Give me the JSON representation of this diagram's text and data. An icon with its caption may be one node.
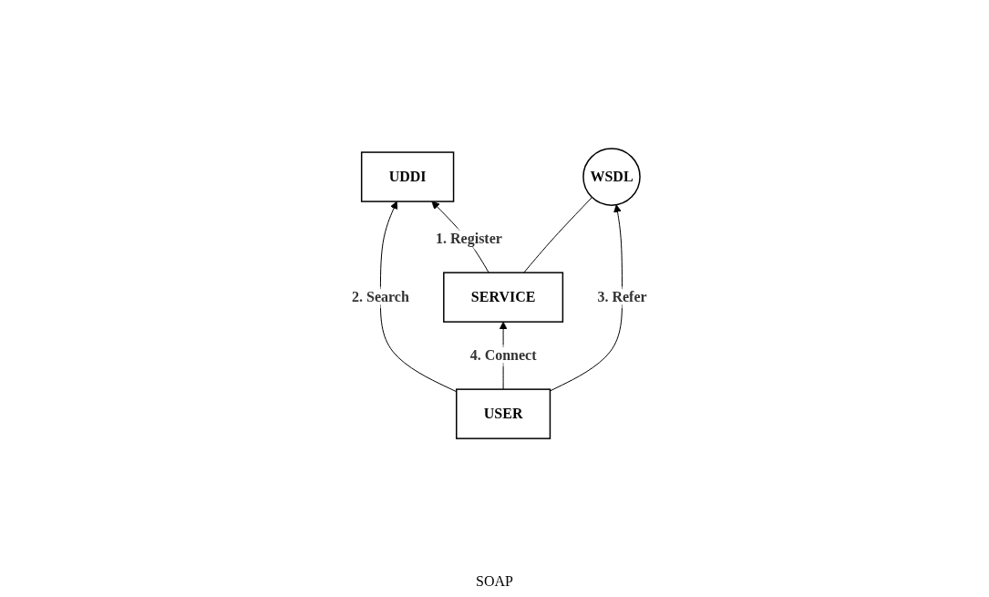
{
  "diagram": {
    "nodes": [
      {
        "text": [
          "UDDI"
        ]
      },
      {
        "text": [
          "WSDL"
        ]
      },
      {
        "text": [
          "SERVICE"
        ]
      },
      {
        "text": [
          "USER"
        ]
      }
    ],
    "edges": [
      {
        "from": 2,
        "to": 0,
        "arrow": "to",
        "label": "1. Register"
      },
      {
        "from": 3,
        "to": 0,
        "arrow": "to",
        "label": "2. Search"
      },
      {
        "from": 3,
        "to": 1,
        "arrow": "to",
        "label": "3. Refer"
      },
      {
        "from": 3,
        "to": 2,
        "arrow": "to",
        "label": "4. Connect"
      },
      {
        "from": 2,
        "to": 1,
        "arrow": "none"
      }
    ],
    "labels": [
      "SOAP"
    ]
  }
}
